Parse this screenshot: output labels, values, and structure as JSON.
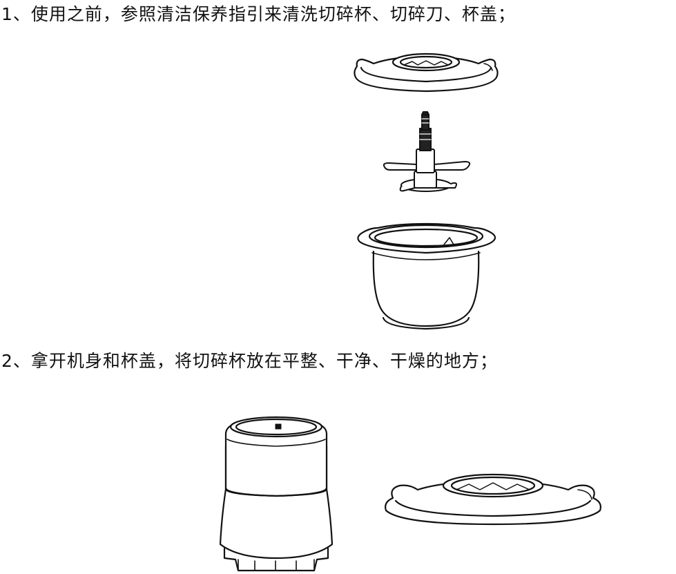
{
  "steps": [
    {
      "text": "1、使用之前，参照清洁保养指引来清洗切碎杯、切碎刀、杯盖；"
    },
    {
      "text": "2、拿开机身和杯盖，将切碎杯放在平整、干净、干燥的地方；"
    }
  ],
  "colors": {
    "line": "#111111",
    "background": "#ffffff"
  },
  "illustrations": [
    "cup-lid",
    "chopping-blade",
    "chopping-cup",
    "motor-body",
    "cup-lid"
  ]
}
